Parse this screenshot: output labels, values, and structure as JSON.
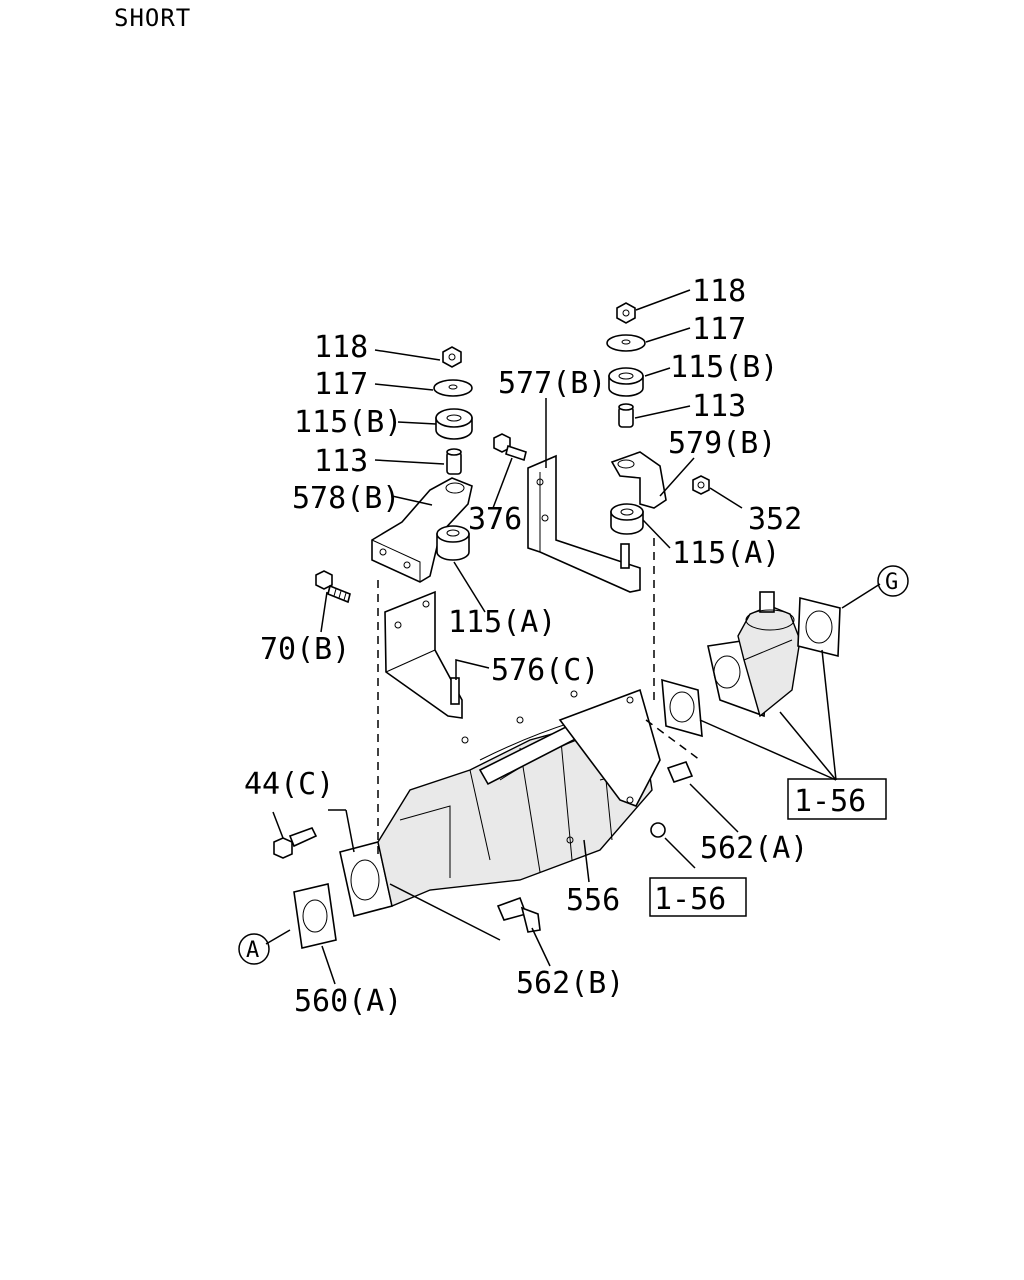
{
  "header": {
    "label": "SHORT"
  },
  "labels": {
    "l118a": "118",
    "l117a": "117",
    "l115ba": "115(B)",
    "l113a": "113",
    "l578b": "578(B)",
    "l70b": "70(B)",
    "l115aa": "115(A)",
    "l576c": "576(C)",
    "l577b": "577(B)",
    "l376": "376",
    "l118b": "118",
    "l117b": "117",
    "l115bb": "115(B)",
    "l113b": "113",
    "l579b": "579(B)",
    "l352": "352",
    "l115ab": "115(A)",
    "l44c": "44(C)",
    "l556": "556",
    "l562a": "562(A)",
    "l562b": "562(B)",
    "l560a": "560(A)",
    "l156a": "1-56",
    "l156b": "1-56",
    "circleA": "A",
    "circleG": "G"
  }
}
